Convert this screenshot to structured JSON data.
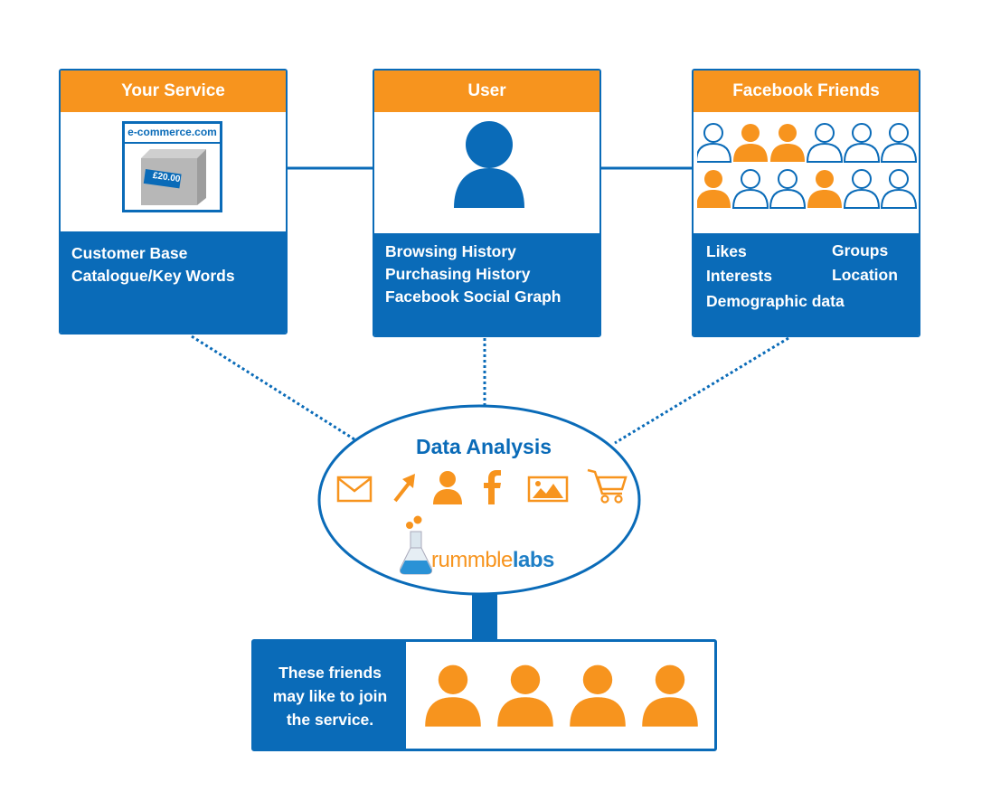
{
  "cards": {
    "service": {
      "title": "Your Service",
      "site": "e-commerce.com",
      "price": "£20.00",
      "lines": [
        "Customer Base",
        "Catalogue/Key Words"
      ]
    },
    "user": {
      "title": "User",
      "lines": [
        "Browsing History",
        "Purchasing History",
        "Facebook Social Graph"
      ]
    },
    "friends": {
      "title": "Facebook Friends",
      "grid": [
        [
          "outline",
          "orange",
          "orange",
          "outline",
          "outline",
          "outline"
        ],
        [
          "orange",
          "outline",
          "outline",
          "orange",
          "outline",
          "outline"
        ]
      ],
      "left_lines": [
        "Likes",
        "Interests",
        "Demographic data"
      ],
      "right_lines": [
        "Groups",
        "Location"
      ]
    }
  },
  "analysis": {
    "title": "Data Analysis",
    "icons": [
      "envelope-icon",
      "arrow-icon",
      "person-icon",
      "facebook-icon",
      "picture-icon",
      "cart-icon"
    ],
    "logo_text_a": "rummble",
    "logo_text_b": "labs"
  },
  "result": {
    "lines": [
      "These friends",
      "may like to join",
      "the service."
    ],
    "friend_count": 4
  },
  "colors": {
    "blue": "#0a6bb8",
    "orange": "#f7941e",
    "logo_blue": "#1f7fc6"
  }
}
